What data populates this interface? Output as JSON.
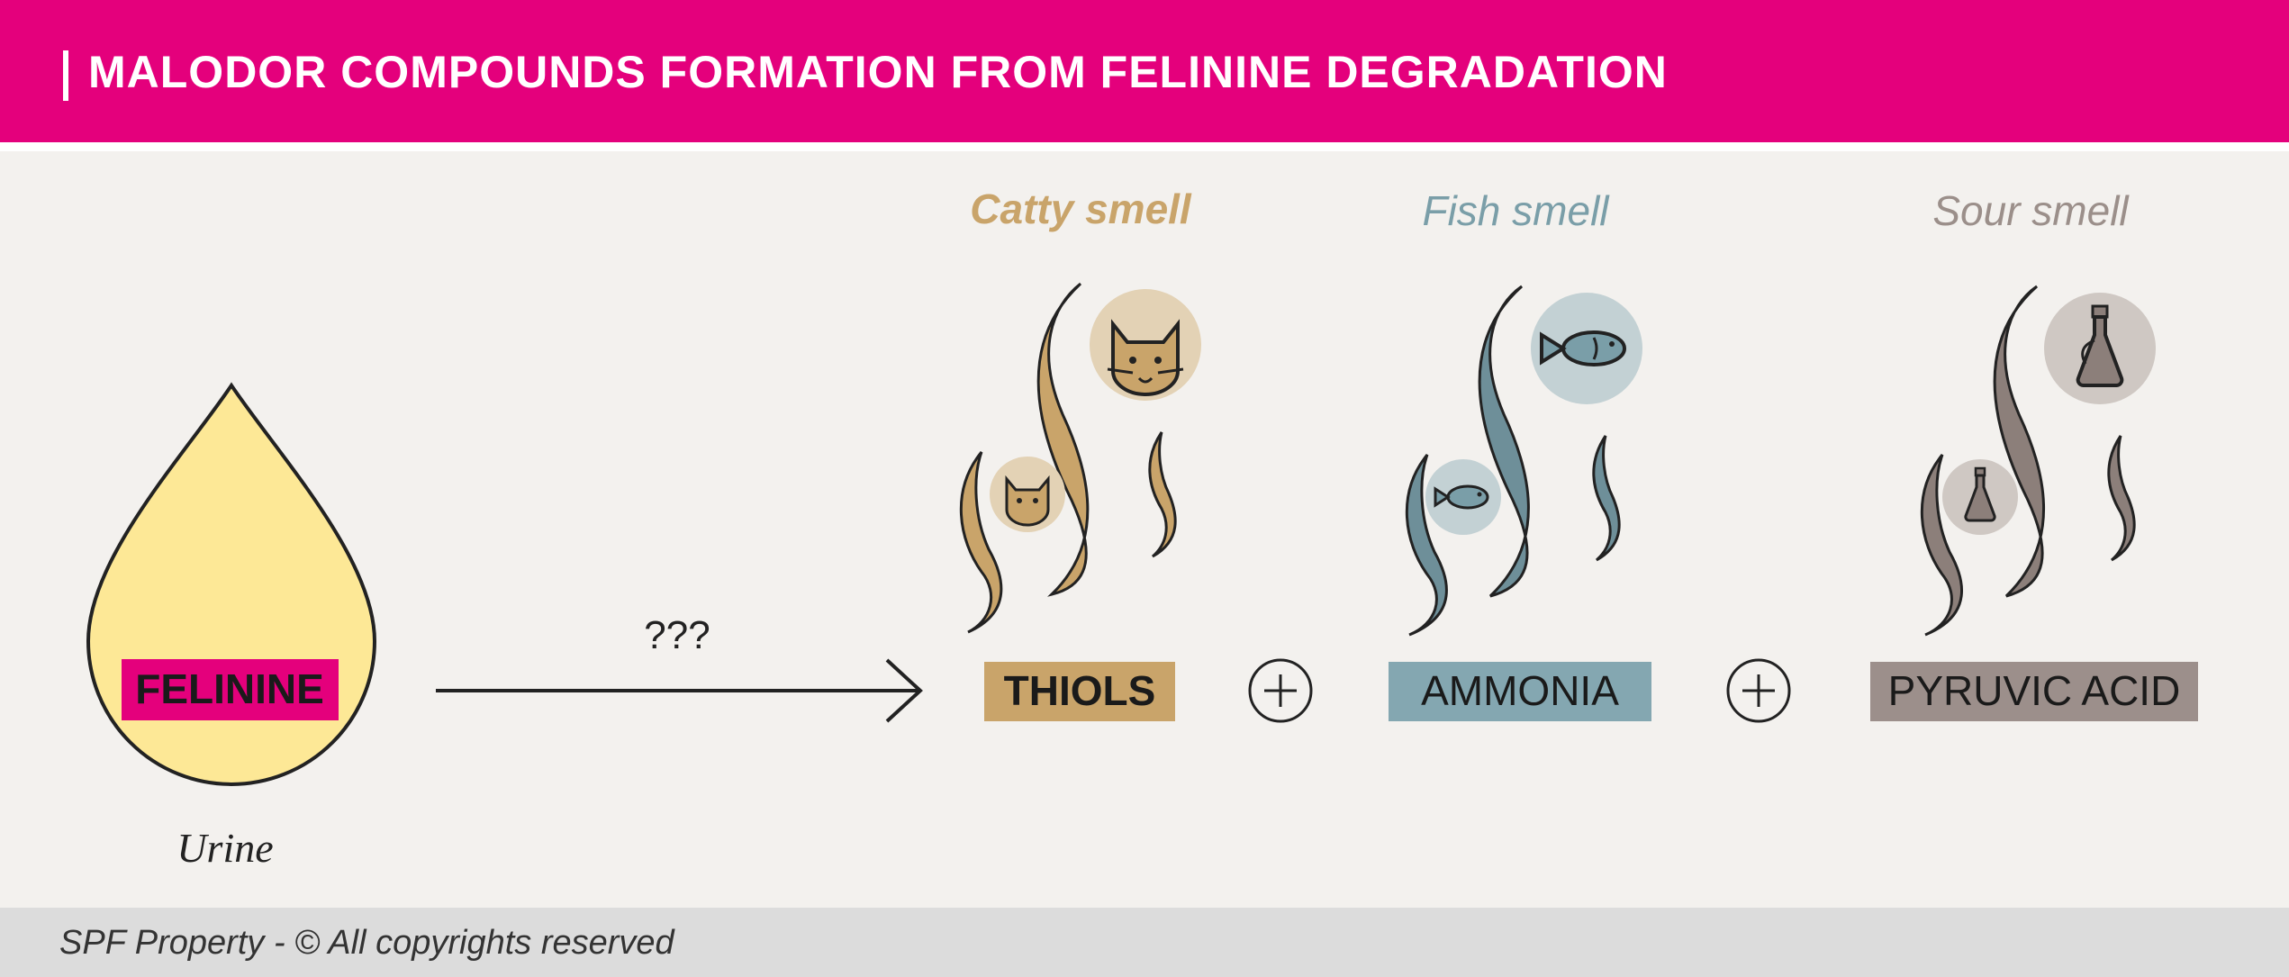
{
  "header": {
    "title": "MALODOR COMPOUNDS FORMATION FROM FELININE DEGRADATION"
  },
  "source": {
    "label": "FELININE",
    "caption": "Urine"
  },
  "arrow": {
    "label": "???"
  },
  "plus_symbol": "+",
  "compounds": [
    {
      "name": "THIOLS",
      "smell": "Catty smell",
      "icon": "cat-face-icon",
      "color": "#c9a46a"
    },
    {
      "name": "AMMONIA",
      "smell": "Fish smell",
      "icon": "fish-icon",
      "color": "#7a9ea8"
    },
    {
      "name": "PYRUVIC ACID",
      "smell": "Sour smell",
      "icon": "oil-bottle-icon",
      "color": "#9b8f8a"
    }
  ],
  "footer": {
    "text": "SPF Property - © All copyrights reserved"
  },
  "colors": {
    "brand": "#e4007c",
    "drop_fill": "#fde896",
    "thiols": "#c9a46a",
    "ammonia": "#84a7b1",
    "pyruvic": "#9c8f8b"
  }
}
